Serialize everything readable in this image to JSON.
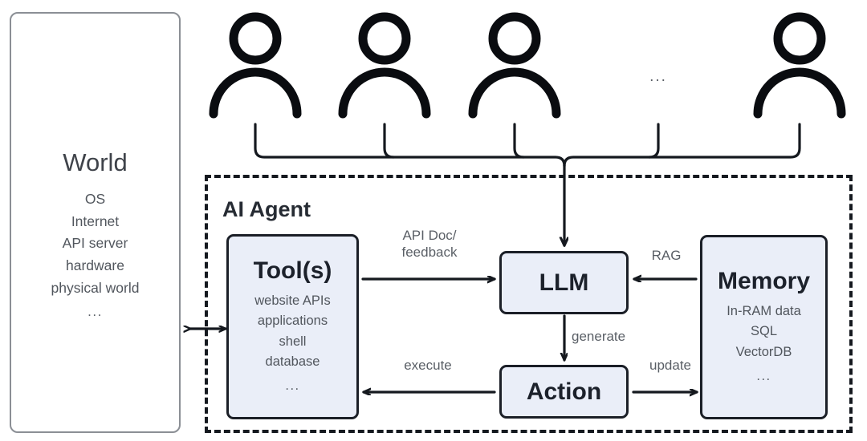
{
  "diagram": {
    "type": "ai-agent-architecture",
    "accent_fill": "#eaeef8",
    "stroke": "#1b1f27",
    "text_muted": "#5a5f66"
  },
  "world": {
    "title": "World",
    "items": [
      "OS",
      "Internet",
      "API server",
      "hardware",
      "physical world"
    ],
    "ellipsis": "..."
  },
  "agent": {
    "title": "AI Agent"
  },
  "nodes": {
    "tools": {
      "title": "Tool(s)",
      "items": [
        "website APIs",
        "applications",
        "shell",
        "database"
      ],
      "ellipsis": "..."
    },
    "llm": {
      "title": "LLM"
    },
    "memory": {
      "title": "Memory",
      "items": [
        "In-RAM data",
        "SQL",
        "VectorDB"
      ],
      "ellipsis": "..."
    },
    "action": {
      "title": "Action"
    }
  },
  "edges": {
    "tools_to_llm": "API Doc/\nfeedback",
    "memory_to_llm": "RAG",
    "llm_to_action": "generate",
    "action_to_tools": "execute",
    "action_to_memory": "update",
    "world_to_agent": "bidirectional"
  },
  "users": {
    "count": 4,
    "ellipsis": "...",
    "icon": "user-icon"
  }
}
